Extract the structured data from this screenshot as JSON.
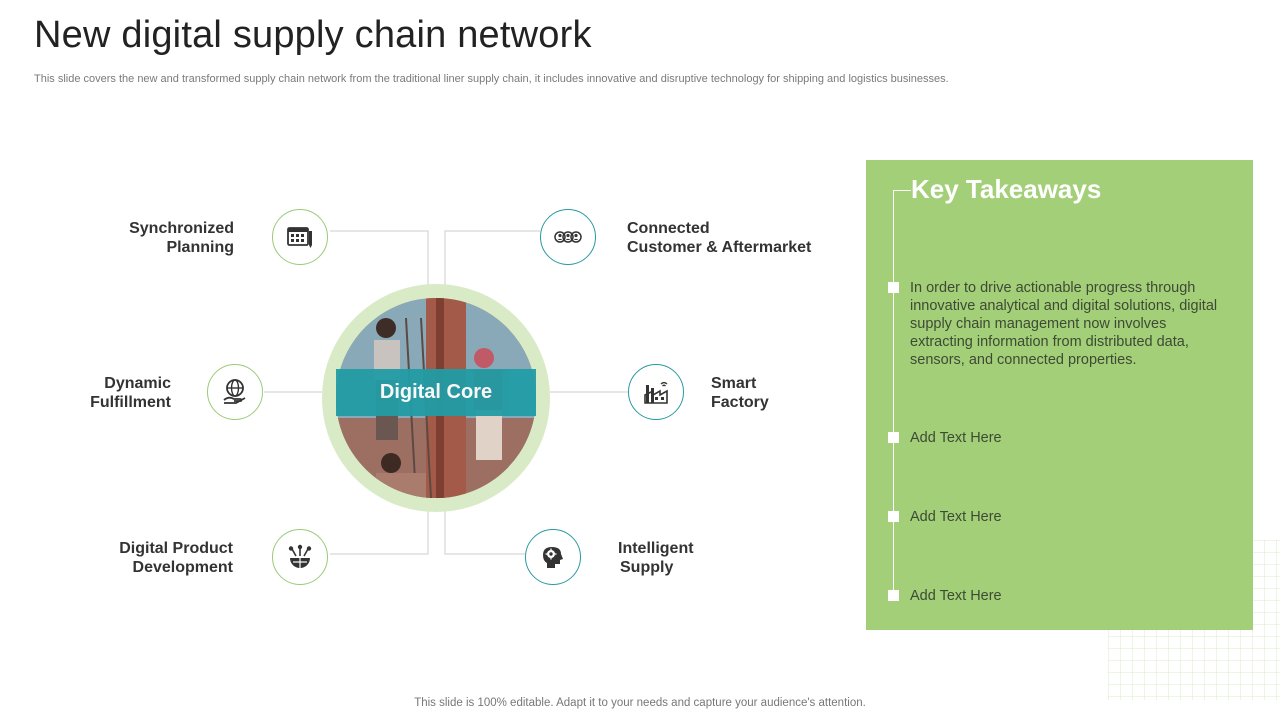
{
  "title": "New digital supply chain network",
  "subtitle": "This slide covers the new and transformed supply chain network from the traditional liner supply chain, it includes innovative and disruptive technology for  shipping and logistics businesses.",
  "core": {
    "label": "Digital Core"
  },
  "nodes": {
    "synchronized_planning": {
      "line1": "Synchronized",
      "line2": "Planning",
      "icon": "calendar-planner-icon"
    },
    "dynamic_fulfillment": {
      "line1": "Dynamic",
      "line2": "Fulfillment",
      "icon": "globe-hand-icon"
    },
    "digital_product_development": {
      "line1": "Digital Product",
      "line2": "Development",
      "icon": "globe-network-icon"
    },
    "connected_customer": {
      "line1": "Connected",
      "line2": "Customer & Aftermarket",
      "icon": "customer-group-icon"
    },
    "smart_factory": {
      "line1": "Smart",
      "line2": "Factory",
      "icon": "factory-icon"
    },
    "intelligent_supply": {
      "line1": "Intelligent",
      "line2": "Supply",
      "icon": "brain-gear-icon"
    }
  },
  "takeaways": {
    "title": "Key Takeaways",
    "items": [
      "In order to drive actionable progress through innovative analytical and digital solutions, digital supply chain management now involves extracting information from distributed data, sensors, and connected properties.",
      "Add Text Here",
      "Add Text Here",
      "Add Text Here"
    ]
  },
  "footer": "This slide is 100% editable. Adapt it to your needs and capture your audience's attention.",
  "colors": {
    "green": "#a4cf79",
    "teal": "#229ca5",
    "ring": "#d8ebc6"
  }
}
